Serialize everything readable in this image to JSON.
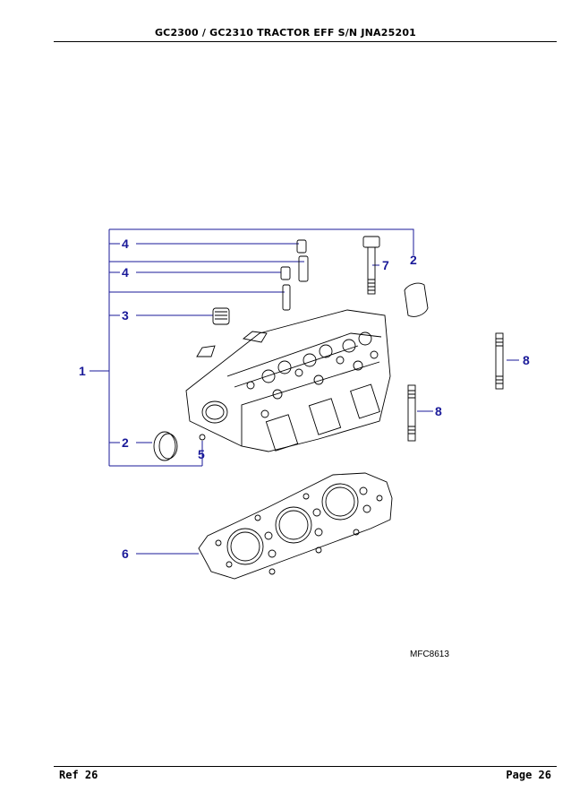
{
  "header": {
    "title": "GC2300 / GC2310 TRACTOR EFF S/N JNA25201"
  },
  "diagram": {
    "callouts": {
      "c1": "1",
      "c2a": "2",
      "c2b": "2",
      "c3": "3",
      "c4a": "4",
      "c4b": "4",
      "c5": "5",
      "c6": "6",
      "c7": "7",
      "c8a": "8",
      "c8b": "8"
    },
    "drawing_code": "MFC8613",
    "line_color": "#1a1a99"
  },
  "footer": {
    "ref": "Ref  26",
    "page": "Page  26"
  }
}
